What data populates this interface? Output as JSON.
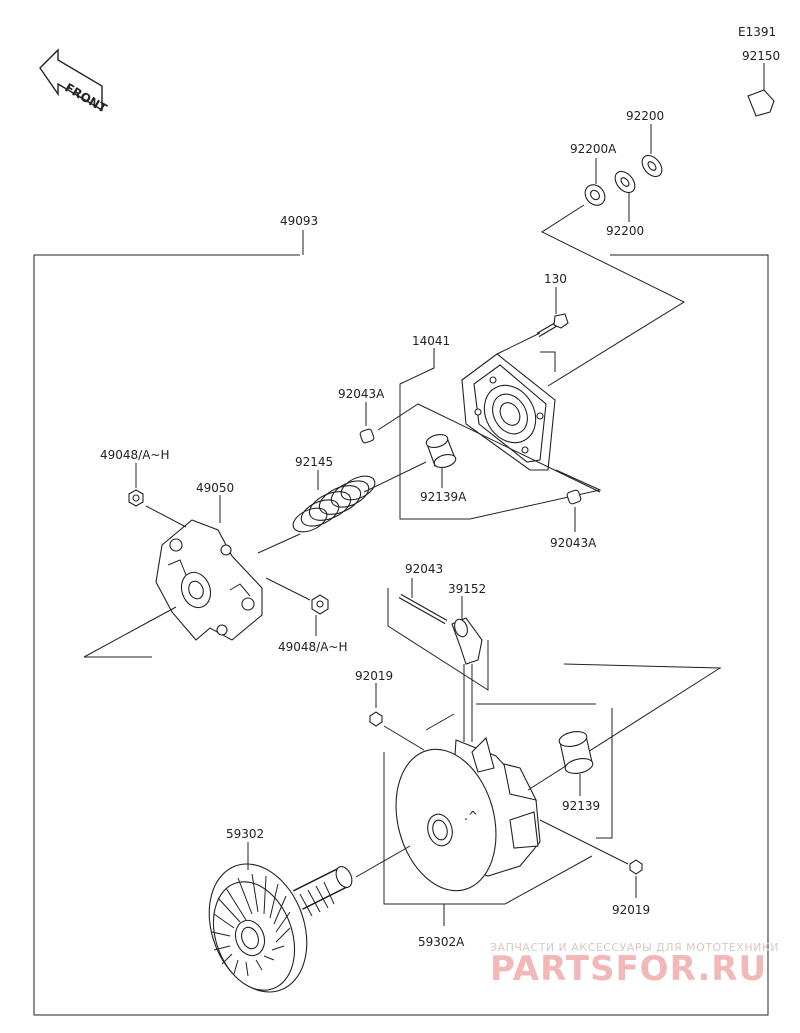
{
  "diagram_code": "E1391",
  "front_label": "FRONT",
  "labels": {
    "p92150": "92150",
    "p92200_top": "92200",
    "p92200A": "92200A",
    "p92200_bottom": "92200",
    "p49093": "49093",
    "p130": "130",
    "p14041": "14041",
    "p92043A_top": "92043A",
    "p92145": "92145",
    "p92139A": "92139A",
    "p92043A_bottom": "92043A",
    "p49048_top": "49048/A~H",
    "p49050": "49050",
    "p49048_bottom": "49048/A~H",
    "p92043": "92043",
    "p39152": "39152",
    "p92019_top": "92019",
    "p92139": "92139",
    "p59302": "59302",
    "p92019_bottom": "92019",
    "p59302A": "59302A"
  },
  "watermark": {
    "tagline": "ЗАПЧАСТИ И АКСЕССУАРЫ ДЛЯ МОТОТЕХНИКИ",
    "brand": "PARTSFOR.RU"
  },
  "colors": {
    "line": "#222222",
    "part_fill": "#ffffff",
    "watermark_brand": "#f2b7b7",
    "watermark_tagline": "#d9c8c8"
  }
}
